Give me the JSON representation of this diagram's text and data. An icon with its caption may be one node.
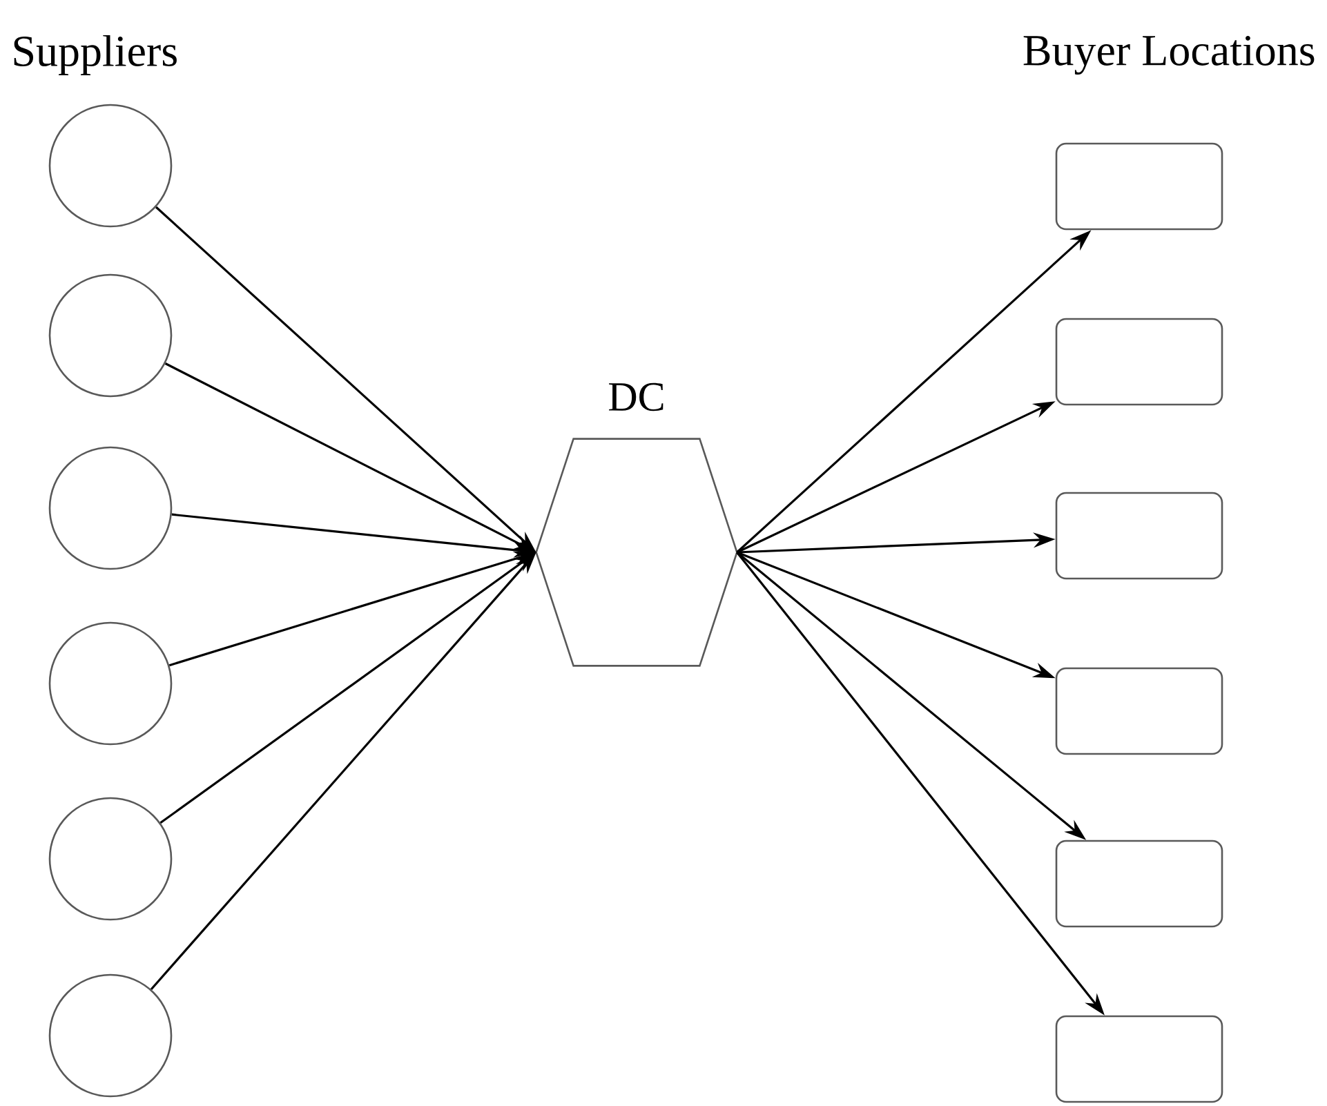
{
  "diagram": {
    "nodes": [
      {
        "text": [],
        "shape": "circle"
      },
      {
        "text": [],
        "shape": "circle"
      },
      {
        "text": [],
        "shape": "circle"
      },
      {
        "text": [],
        "shape": "circle"
      },
      {
        "text": [],
        "shape": "circle"
      },
      {
        "text": [],
        "shape": "circle"
      },
      {
        "text": [
          "DC"
        ]
      },
      {
        "text": [],
        "shape": "box"
      },
      {
        "text": [],
        "shape": "box"
      },
      {
        "text": [],
        "shape": "box"
      },
      {
        "text": [],
        "shape": "box"
      },
      {
        "text": [],
        "shape": "box"
      },
      {
        "text": [],
        "shape": "box"
      }
    ],
    "edges": [
      {
        "from": 0,
        "to": 6,
        "arrow": "to"
      },
      {
        "from": 1,
        "to": 6,
        "arrow": "to"
      },
      {
        "from": 2,
        "to": 6,
        "arrow": "to"
      },
      {
        "from": 3,
        "to": 6,
        "arrow": "to"
      },
      {
        "from": 4,
        "to": 6,
        "arrow": "to"
      },
      {
        "from": 5,
        "to": 6,
        "arrow": "to"
      },
      {
        "from": 6,
        "to": 7,
        "arrow": "to"
      },
      {
        "from": 6,
        "to": 8,
        "arrow": "to"
      },
      {
        "from": 6,
        "to": 9,
        "arrow": "to"
      },
      {
        "from": 6,
        "to": 10,
        "arrow": "to"
      },
      {
        "from": 6,
        "to": 11,
        "arrow": "to"
      },
      {
        "from": 6,
        "to": 12,
        "arrow": "to"
      }
    ],
    "labels": [
      "Suppliers",
      "Buyer Locations"
    ]
  }
}
